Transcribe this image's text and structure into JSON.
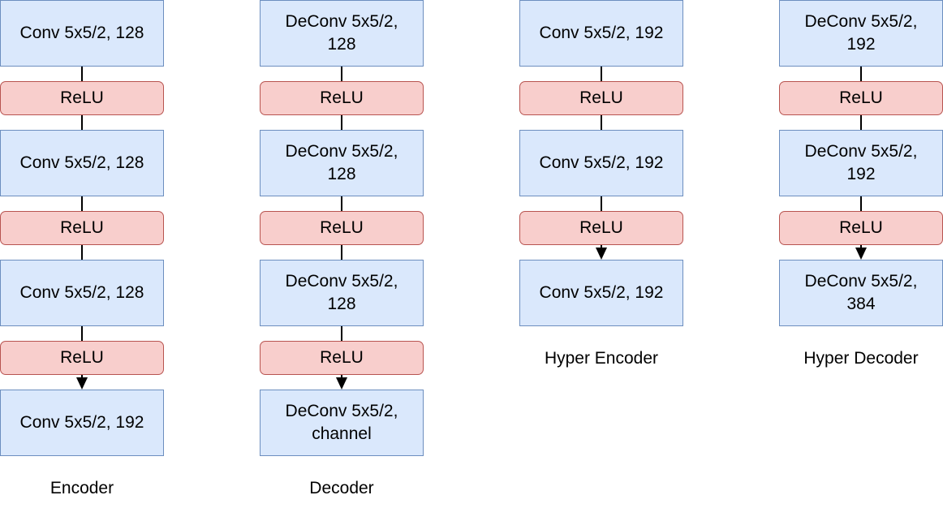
{
  "columns": [
    {
      "caption": "Encoder",
      "layers": [
        {
          "kind": "conv",
          "label": "Conv 5x5/2, 128"
        },
        {
          "kind": "relu",
          "label": "ReLU"
        },
        {
          "kind": "conv",
          "label": "Conv 5x5/2, 128"
        },
        {
          "kind": "relu",
          "label": "ReLU"
        },
        {
          "kind": "conv",
          "label": "Conv 5x5/2, 128"
        },
        {
          "kind": "relu",
          "label": "ReLU"
        },
        {
          "kind": "conv",
          "label": "Conv 5x5/2, 192"
        }
      ]
    },
    {
      "caption": "Decoder",
      "layers": [
        {
          "kind": "conv",
          "label": "DeConv 5x5/2,\n128"
        },
        {
          "kind": "relu",
          "label": "ReLU"
        },
        {
          "kind": "conv",
          "label": "DeConv 5x5/2,\n128"
        },
        {
          "kind": "relu",
          "label": "ReLU"
        },
        {
          "kind": "conv",
          "label": "DeConv 5x5/2,\n128"
        },
        {
          "kind": "relu",
          "label": "ReLU"
        },
        {
          "kind": "conv",
          "label": "DeConv 5x5/2,\nchannel"
        }
      ]
    },
    {
      "caption": "Hyper Encoder",
      "layers": [
        {
          "kind": "conv",
          "label": "Conv 5x5/2, 192"
        },
        {
          "kind": "relu",
          "label": "ReLU"
        },
        {
          "kind": "conv",
          "label": "Conv 5x5/2, 192"
        },
        {
          "kind": "relu",
          "label": "ReLU"
        },
        {
          "kind": "conv",
          "label": "Conv 5x5/2, 192"
        }
      ]
    },
    {
      "caption": "Hyper Decoder",
      "layers": [
        {
          "kind": "conv",
          "label": "DeConv 5x5/2,\n192"
        },
        {
          "kind": "relu",
          "label": "ReLU"
        },
        {
          "kind": "conv",
          "label": "DeConv 5x5/2,\n192"
        },
        {
          "kind": "relu",
          "label": "ReLU"
        },
        {
          "kind": "conv",
          "label": "DeConv 5x5/2,\n384"
        }
      ]
    }
  ],
  "colors": {
    "conv_fill": "#dae8fc",
    "conv_border": "#6c8ebf",
    "relu_fill": "#f8cecc",
    "relu_border": "#b85450",
    "connector": "#000000"
  }
}
